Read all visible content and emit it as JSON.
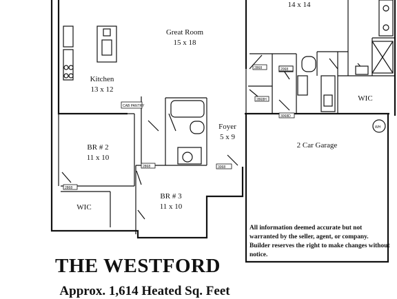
{
  "plan": {
    "name": "THE WESTFORD",
    "heated_sqft": "Approx. 1,614 Heated Sq. Feet",
    "disclaimer": "All information deemed accurate but not warranted by the seller, agent, or company.  Builder reserves the right to make changes without notice."
  },
  "rooms": {
    "master_bedroom": {
      "dims": "14 x 14"
    },
    "great_room": {
      "name": "Great Room",
      "dims": "15 x 18"
    },
    "kitchen": {
      "name": "Kitchen",
      "dims": "13 x 12"
    },
    "br2": {
      "name": "BR # 2",
      "dims": "11 x 10"
    },
    "br3": {
      "name": "BR # 3",
      "dims": "11 x 10"
    },
    "foyer": {
      "name": "Foyer",
      "dims": "5 x 9"
    },
    "garage": {
      "name": "2 Car Garage"
    },
    "wic_left": {
      "name": "WIC"
    },
    "wic_right": {
      "name": "WIC"
    }
  },
  "labels": {
    "cab_pantry": "CAB PANTRY",
    "water_heater": "WH",
    "door_2868": "2868",
    "door_2068": "2068",
    "door_2868b": "2868H",
    "door_3068": "3068D",
    "door_2868_side": "2868",
    "door_3068_side": "3068"
  }
}
